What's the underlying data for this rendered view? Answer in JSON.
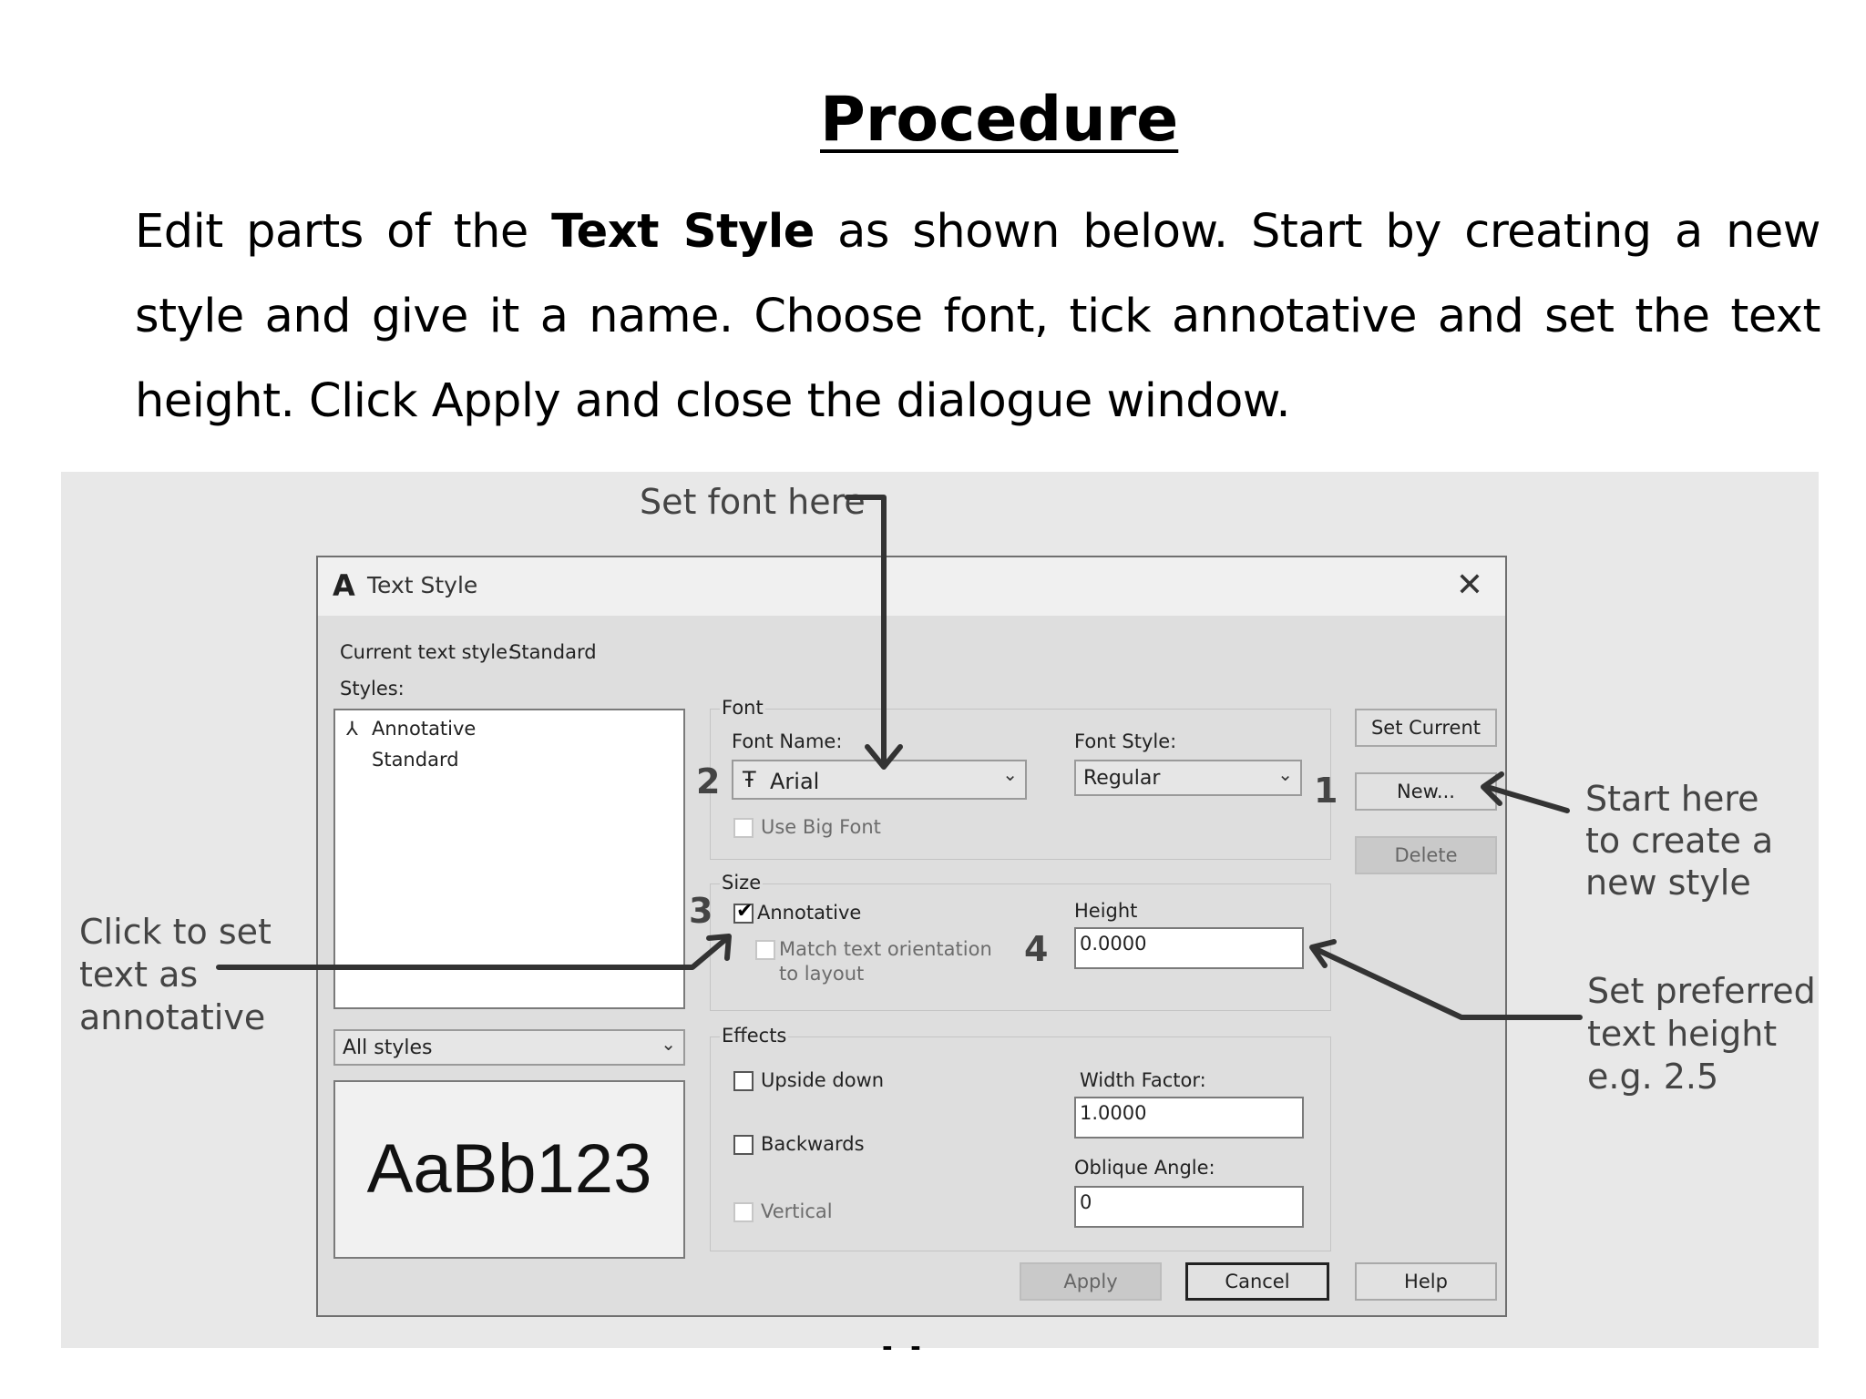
{
  "heading": "Procedure",
  "instructions": {
    "part1": "Edit parts of the ",
    "bold": "Text Style",
    "part2": " as shown below. Start by creating a new style and give it a name. Choose font, tick annotative and set the text height. Click Apply and close the dialogue window."
  },
  "callouts": {
    "set_font": "Set font here",
    "start_here": [
      "Start here",
      "to create a",
      "new style"
    ],
    "click_annotative": [
      "Click to set",
      "text as",
      "annotative"
    ],
    "set_height": [
      "Set preferred",
      "text height",
      "e.g. 2.5"
    ]
  },
  "step_numbers": {
    "new": "1",
    "font": "2",
    "annotative": "3",
    "height": "4"
  },
  "dialog": {
    "title": "Text Style",
    "app_icon": "A",
    "close_icon": "✕",
    "current_style_label": "Current text style:",
    "current_style_value": "Standard",
    "styles_label": "Styles:",
    "styles": [
      "Annotative",
      "Standard"
    ],
    "filter_value": "All styles",
    "preview_text": "AaBb123",
    "font_group": "Font",
    "font_name_label": "Font Name:",
    "font_name_value": "Arial",
    "font_style_label": "Font Style:",
    "font_style_value": "Regular",
    "use_big_font": "Use Big Font",
    "size_group": "Size",
    "annotative": "Annotative",
    "annotative_checked": true,
    "match_orientation_line1": "Match text orientation",
    "match_orientation_line2": "to layout",
    "height_label": "Height",
    "height_value": "0.0000",
    "effects_group": "Effects",
    "upside_down": "Upside down",
    "backwards": "Backwards",
    "vertical": "Vertical",
    "width_factor_label": "Width Factor:",
    "width_factor_value": "1.0000",
    "oblique_label": "Oblique Angle:",
    "oblique_value": "0",
    "buttons": {
      "set_current": "Set Current",
      "new": "New...",
      "delete": "Delete",
      "apply": "Apply",
      "cancel": "Cancel",
      "help": "Help"
    }
  }
}
